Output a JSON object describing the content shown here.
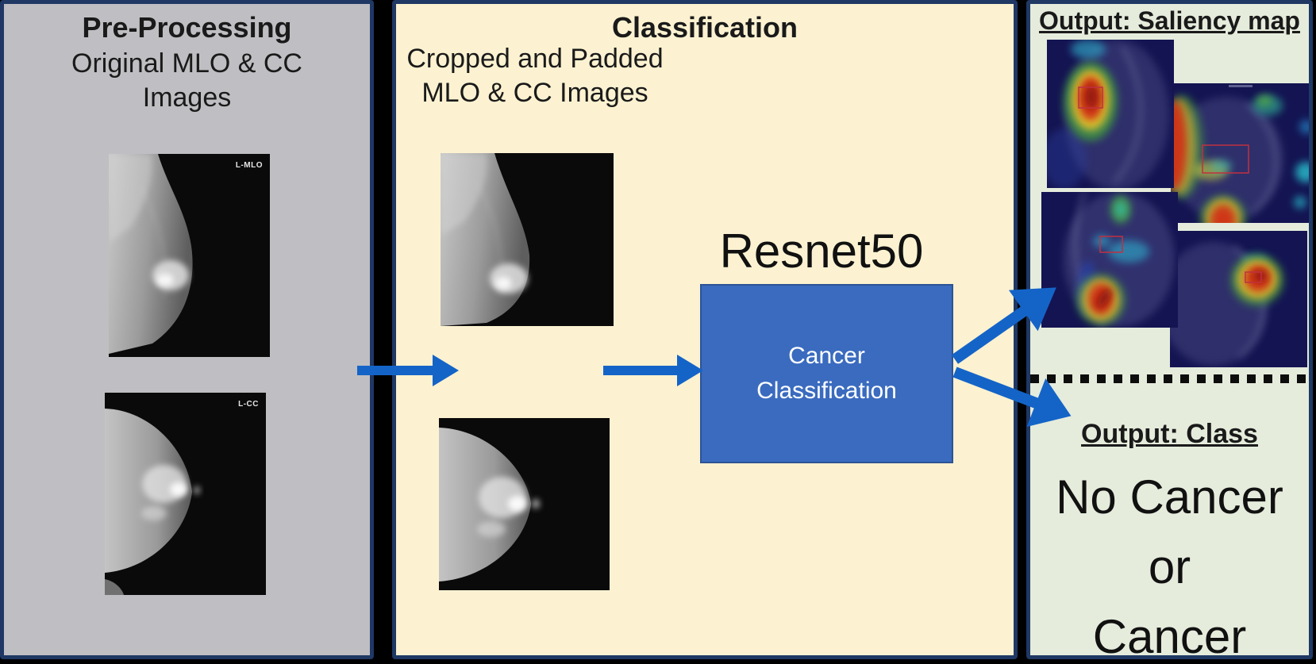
{
  "panels": {
    "pre_processing": {
      "title": "Pre-Processing",
      "subtitle": "Original MLO & CC Images",
      "image_labels": [
        "L-MLO",
        "L-CC"
      ]
    },
    "classification": {
      "title": "Classification",
      "subtitle": "Cropped and Padded MLO & CC Images",
      "model_name": "Resnet50",
      "box_label": {
        "line1": "Cancer",
        "line2": "Classification"
      }
    },
    "output": {
      "saliency_title": "Output: Saliency map",
      "class_title": "Output: Class",
      "class_lines": [
        "No Cancer",
        "or",
        "Cancer"
      ]
    }
  },
  "colors": {
    "pre_processing_bg": "#bfbec2",
    "classification_bg": "#fcf2d1",
    "output_bg": "#e5ecdc",
    "panel_border": "#1f3864",
    "arrow_blue": "#1464c8",
    "classifier_box_blue": "#3a6bbf",
    "classifier_box_text": "#ffffff"
  }
}
